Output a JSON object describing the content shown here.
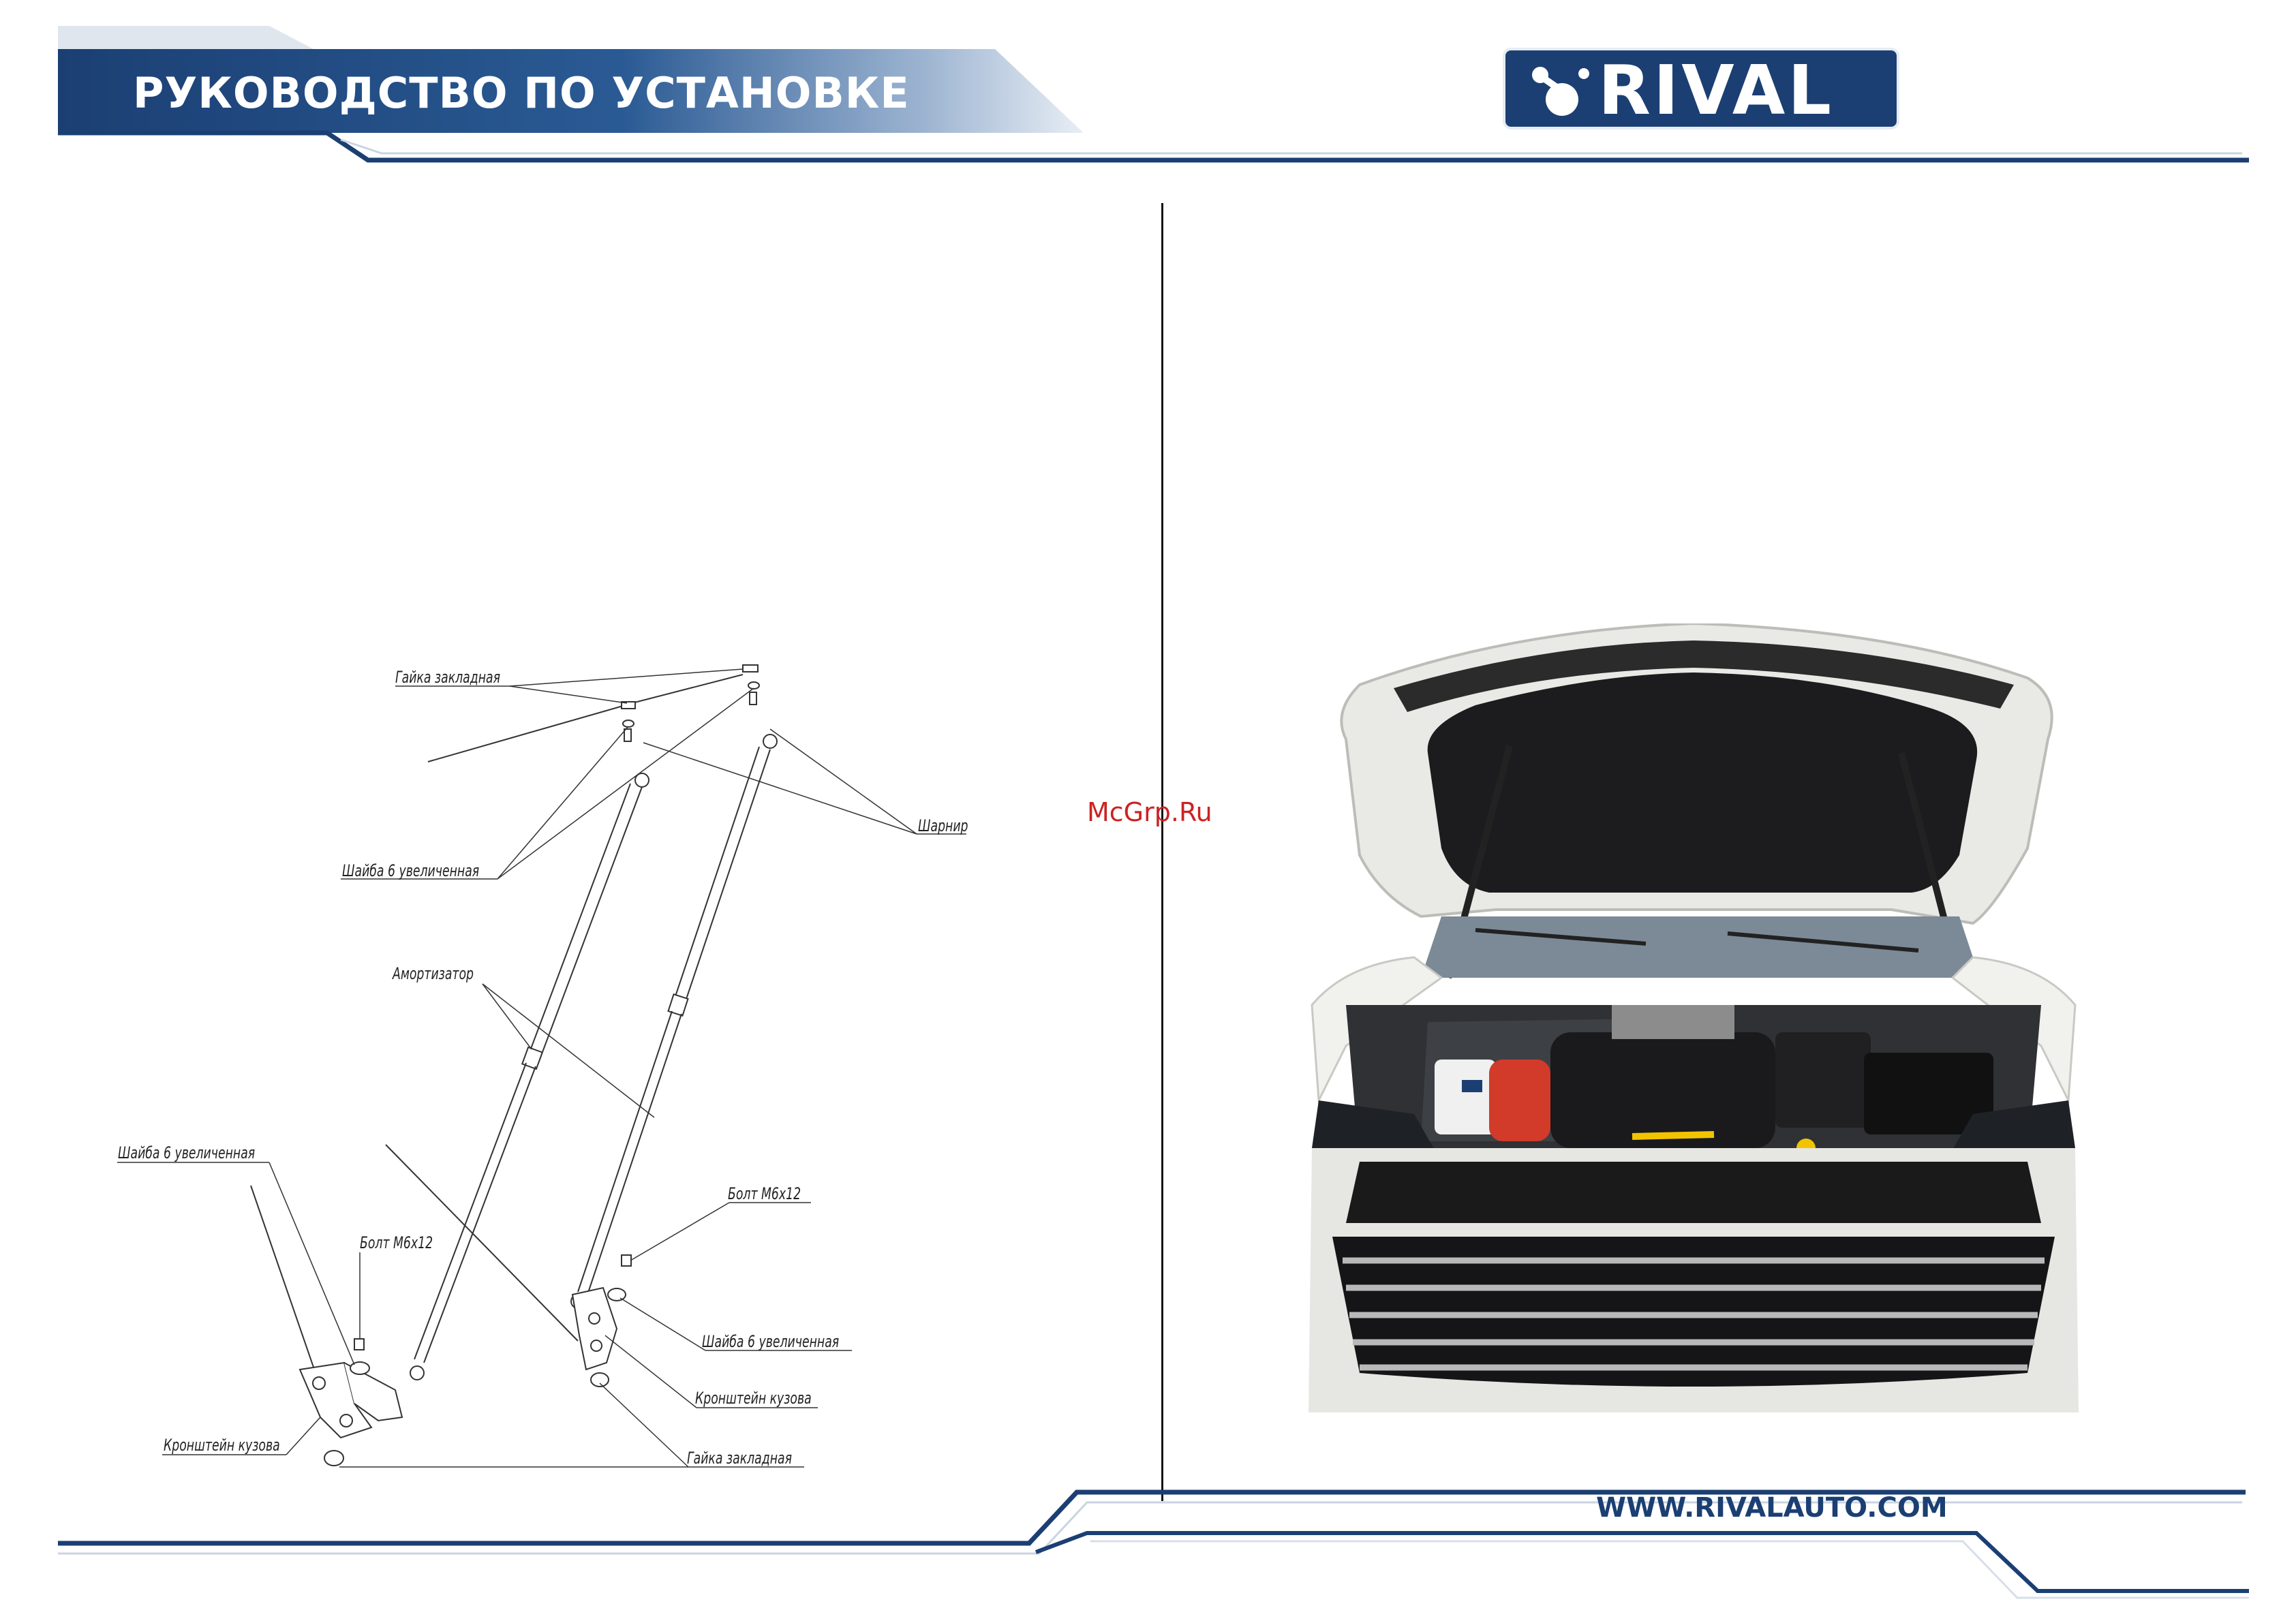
{
  "header": {
    "title": "РУКОВОДСТВО ПО УСТАНОВКЕ",
    "brand": "RIVAL"
  },
  "footer": {
    "website": "WWW.RIVALAUTO.COM"
  },
  "watermark": "McGrp.Ru",
  "diagram": {
    "labels": {
      "nut_top": "Гайка закладная",
      "washer_top": "Шайба 6 увеличенная",
      "hinge": "Шарнир",
      "strut": "Амортизатор",
      "washer_left": "Шайба 6 увеличенная",
      "bolt_left": "Болт М6х12",
      "bracket_left": "Кронштейн кузова",
      "bolt_right": "Болт М6х12",
      "washer_right": "Шайба 6 увеличенная",
      "bracket_right": "Кронштейн кузова",
      "nut_bottom": "Гайка закладная"
    }
  },
  "colors": {
    "brand_blue": "#1b3f73",
    "watermark": "#cc2222"
  }
}
